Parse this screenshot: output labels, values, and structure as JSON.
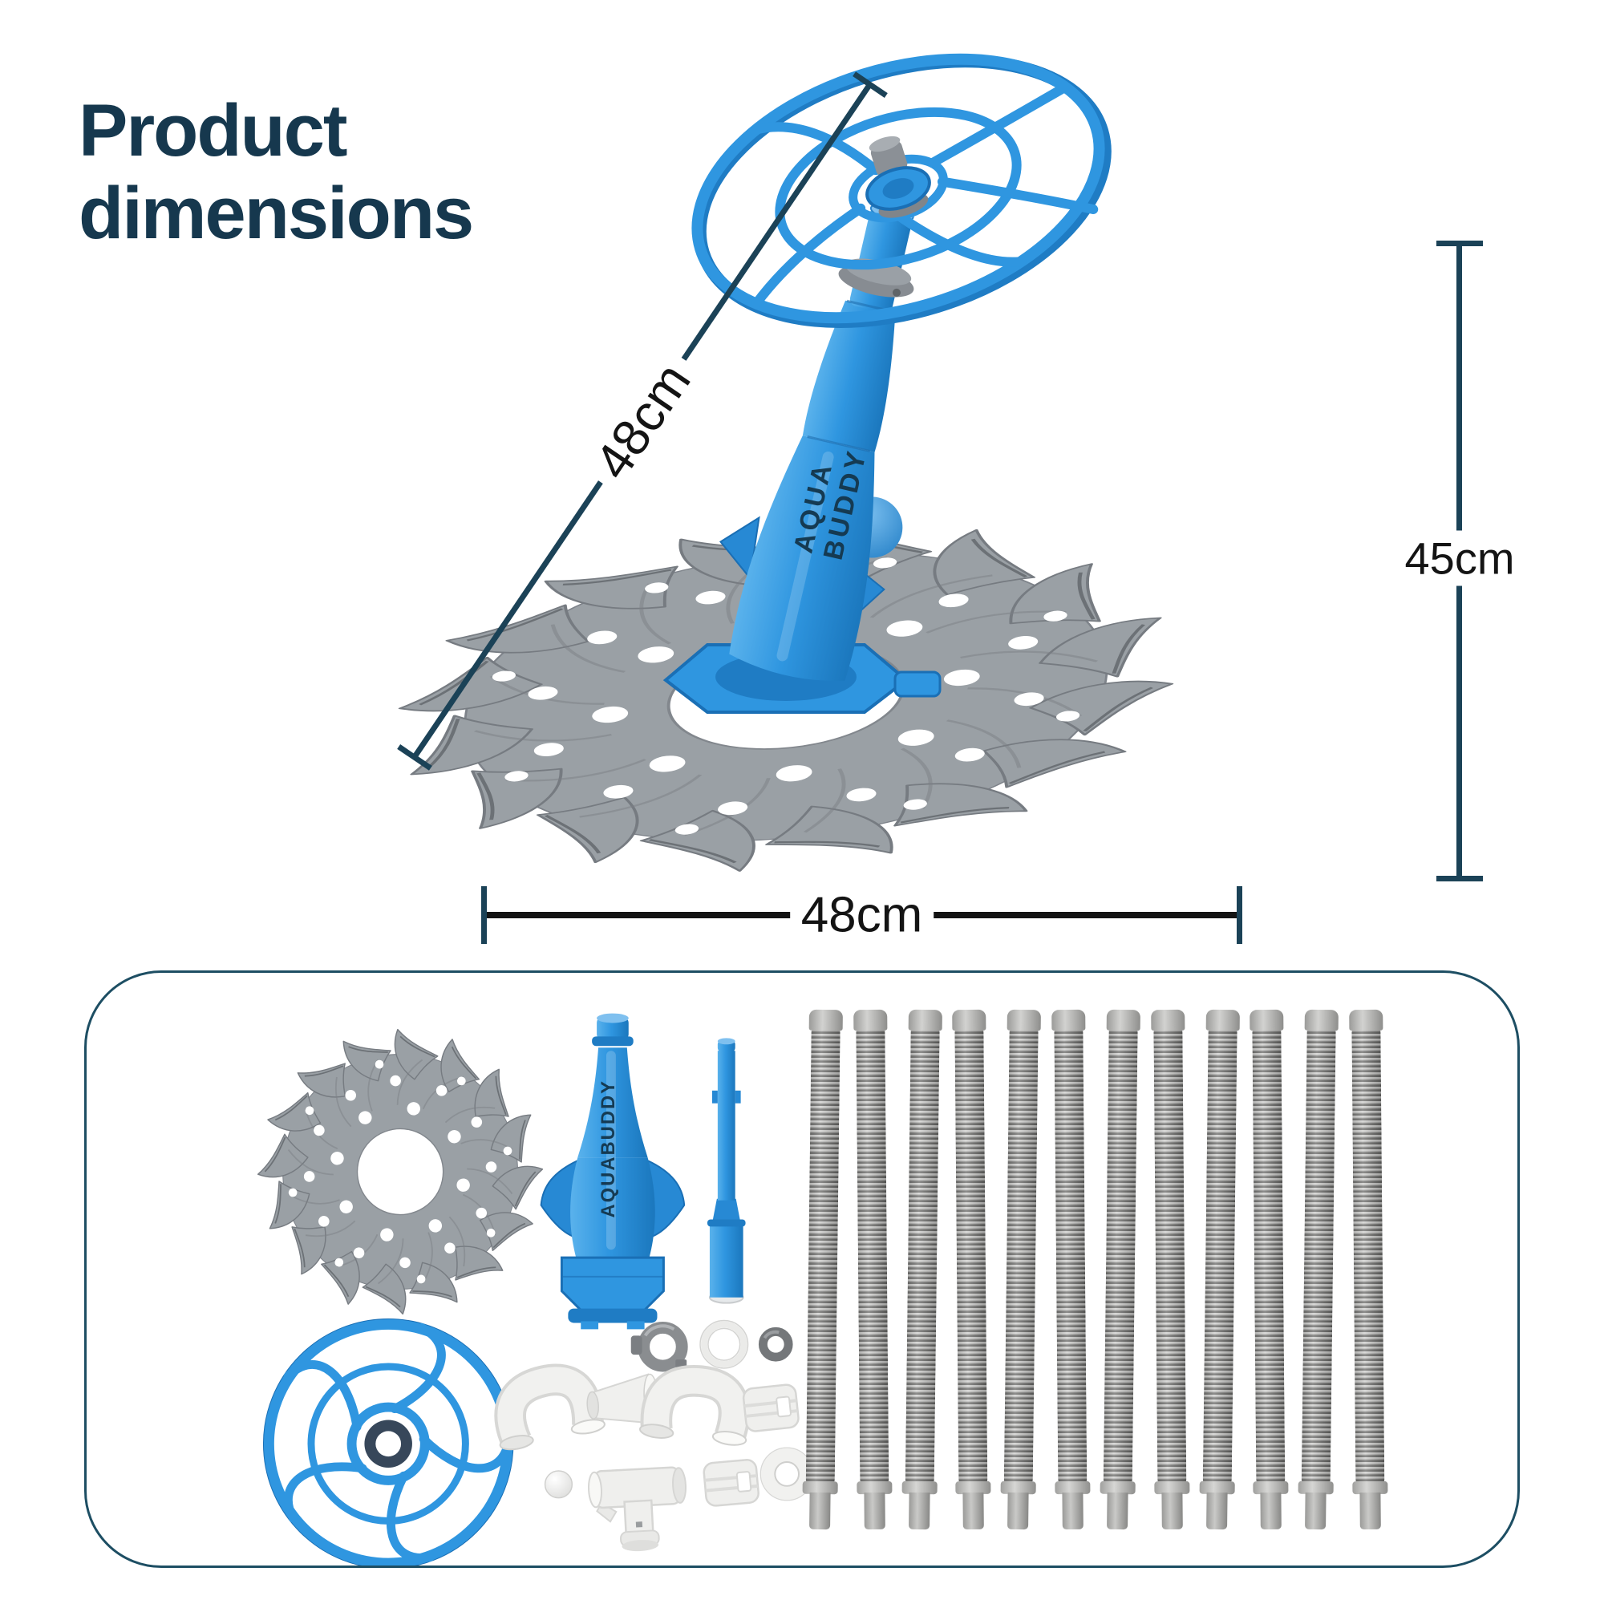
{
  "title": {
    "line1": "Product",
    "line2": "dimensions"
  },
  "annotations": {
    "diagonal_height": {
      "label": "48cm"
    },
    "side_height": {
      "label": "45cm"
    },
    "base_width": {
      "label": "48cm"
    }
  },
  "product": {
    "brand_word1": "AQUA",
    "brand_word2": "BUDDY",
    "brand_joined": "AQUABUDDY"
  },
  "kit": {
    "hose_count": 12
  },
  "colors": {
    "title_text": "#16384e",
    "dimension_line": "#1b4257",
    "dimension_label": "#141414",
    "product_blue": "#2f96e0",
    "product_blue_dark": "#1f7cc4",
    "product_blue_deep": "#1a6fb5",
    "disc_gray": "#9aa0a5",
    "disc_gray_dark": "#767b81",
    "panel_border": "#1d4e63",
    "fitting_white": "#efefed",
    "hose_gray": "#a9a9a7"
  }
}
